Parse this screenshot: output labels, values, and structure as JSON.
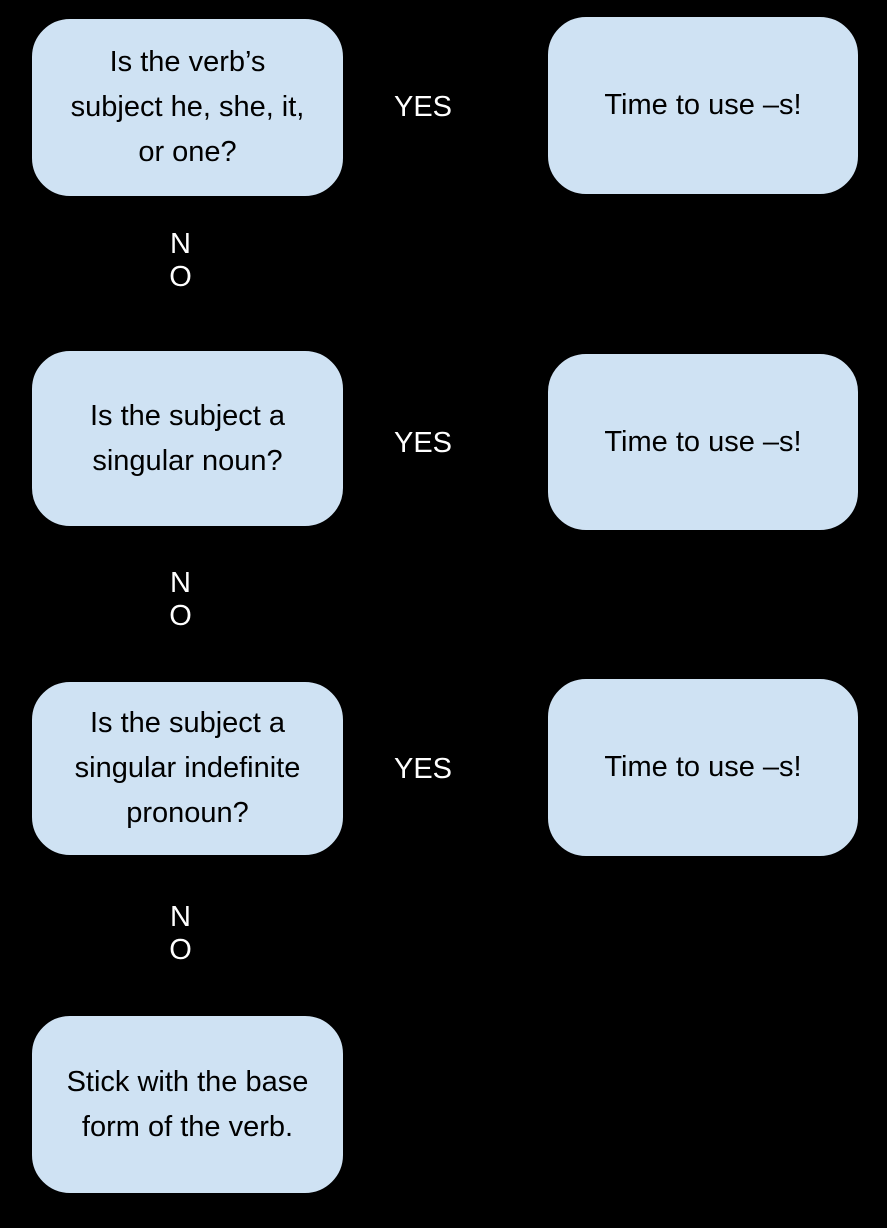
{
  "title": "Verb -s ending decision flowchart",
  "colors": {
    "background": "#000000",
    "box_fill": "#cfe2f3",
    "box_border": "#000000",
    "box_text": "#000000",
    "label_text": "#ffffff"
  },
  "rows": [
    {
      "question": "Is the verb’s subject he, she, it, or one?",
      "yes": "YES",
      "no": "NO",
      "result": "Time to use –s!"
    },
    {
      "question": "Is the subject a singular noun?",
      "yes": "YES",
      "no": "NO",
      "result": "Time to use –s!"
    },
    {
      "question": "Is the subject a singular indefinite pronoun?",
      "yes": "YES",
      "no": "NO",
      "result": "Time to use –s!"
    }
  ],
  "final": {
    "text": "Stick with the base form of the verb."
  }
}
